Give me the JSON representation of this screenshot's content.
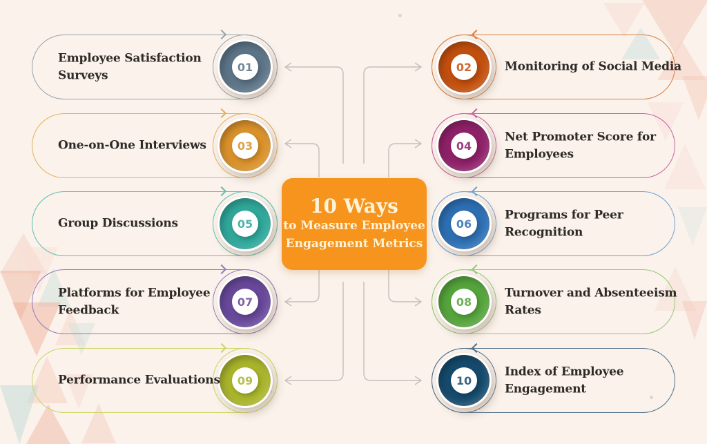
{
  "background_color": "#FAF2EB",
  "text_color": "#2E2A26",
  "connector_color": "#C3BFBB",
  "title_box": {
    "line1": "10 Ways",
    "line2": "to Measure Employee",
    "line3": "Engagement Metrics",
    "bg_color": "#F7941E",
    "text_color": "#FCF3D9"
  },
  "left_items": [
    {
      "number": "01",
      "label": "Employee Satisfaction Surveys",
      "lines": [
        "Employee Satisfaction",
        "Surveys"
      ],
      "color": "#5C7487",
      "outline": "#97A2AB"
    },
    {
      "number": "03",
      "label": "One-on-One Interviews",
      "lines": [
        "One-on-One Interviews"
      ],
      "color": "#D9912A",
      "outline": "#E3B05C"
    },
    {
      "number": "05",
      "label": "Group Discussions",
      "lines": [
        "Group Discussions"
      ],
      "color": "#2FA79A",
      "outline": "#5BBFB2"
    },
    {
      "number": "07",
      "label": "Platforms for Employee Feedback",
      "lines": [
        "Platforms for Employee",
        "Feedback"
      ],
      "color": "#68489A",
      "outline": "#9179B8"
    },
    {
      "number": "09",
      "label": "Performance Evaluations",
      "lines": [
        "Performance Evaluations"
      ],
      "color": "#A9B42B",
      "outline": "#CBD464"
    }
  ],
  "right_items": [
    {
      "number": "02",
      "label": "Monitoring of Social Media",
      "lines": [
        "Monitoring of Social Media"
      ],
      "color": "#C24F0E",
      "outline": "#D87F43"
    },
    {
      "number": "04",
      "label": "Net Promoter Score for Employees",
      "lines": [
        "Net Promoter Score for",
        "Employees"
      ],
      "color": "#8F2169",
      "outline": "#C7609F"
    },
    {
      "number": "06",
      "label": "Programs for Peer Recognition",
      "lines": [
        "Programs for Peer",
        "Recognition"
      ],
      "color": "#2D6FB3",
      "outline": "#6FA0D4"
    },
    {
      "number": "08",
      "label": "Turnover and Absenteeism Rates",
      "lines": [
        "Turnover and Absenteeism",
        "Rates"
      ],
      "color": "#55A43C",
      "outline": "#93C877"
    },
    {
      "number": "10",
      "label": "Index of Employee Engagement",
      "lines": [
        "Index of Employee",
        "Engagement"
      ],
      "color": "#164A6C",
      "outline": "#4F708B"
    }
  ]
}
